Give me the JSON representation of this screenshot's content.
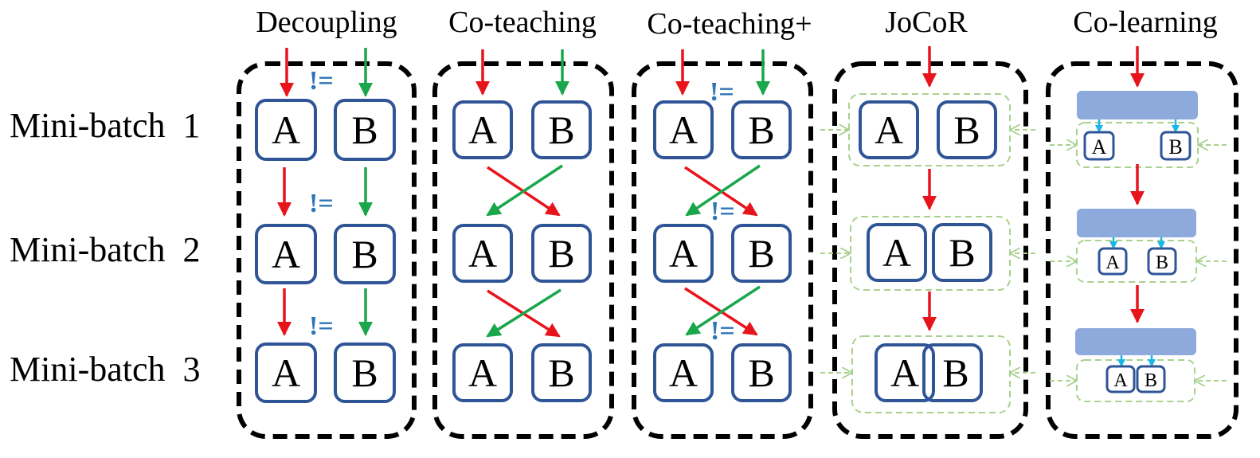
{
  "panels": [
    {
      "title": "Decoupling"
    },
    {
      "title": "Co-teaching"
    },
    {
      "title": "Co-teaching+"
    },
    {
      "title": "JoCoR"
    },
    {
      "title": "Co-learning"
    }
  ],
  "rows": [
    {
      "label": "Mini-batch  1"
    },
    {
      "label": "Mini-batch  2"
    },
    {
      "label": "Mini-batch  3"
    }
  ],
  "networks": {
    "a": "A",
    "b": "B"
  },
  "neq_symbol": "!=",
  "colors": {
    "red_arrow": "#e8141b",
    "green_arrow": "#1aa64b",
    "box_stroke": "#2f5597",
    "dashed_green": "#a9d18e",
    "shared_block": "#8ea9db",
    "blue_arrow": "#19b6e8",
    "neq_text": "#2e75b6",
    "panel_border": "#000000"
  }
}
